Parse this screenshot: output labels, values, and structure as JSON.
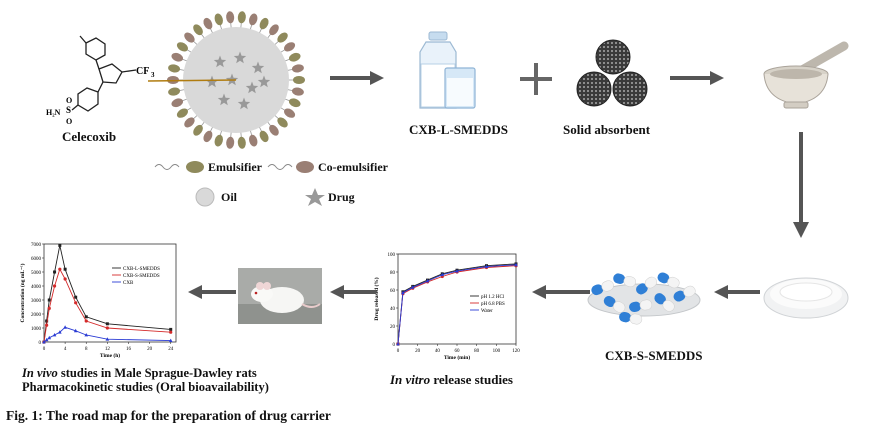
{
  "labels": {
    "celecoxib": "Celecoxib",
    "liquid_smedds": "CXB-L-SMEDDS",
    "solid_absorbent": "Solid absorbent",
    "solid_smedds": "CXB-S-SMEDDS",
    "invivo_line1_italic": "In vivo",
    "invivo_line1_rest": " studies in Male Sprague-Dawley rats",
    "invivo_line2": "Pharmacokinetic studies (Oral bioavailability)",
    "invitro_italic": "In vitro",
    "invitro_rest": " release studies"
  },
  "legend": {
    "emulsifier": "Emulsifier",
    "co_emulsifier": "Co-emulsifier",
    "oil": "Oil",
    "drug": "Drug"
  },
  "molecule": {
    "cf3": "CF",
    "cf3_sub": "3",
    "sulfonamide": "H₂N",
    "sulfur": "S",
    "oxygen": "O"
  },
  "caption": "Fig. 1: The road map for the preparation of drug carrier",
  "colors": {
    "arrow": "#555555",
    "emulsifier_head": "#8f8a5c",
    "co_emulsifier_head": "#9a7f74",
    "oil": "#d9d9d9",
    "drug": "#999999",
    "pill_blue": "#2f7fd6",
    "pill_white": "#f4f4f4"
  },
  "chart_data": [
    {
      "type": "line",
      "panel": "pharmacokinetic",
      "xlabel": "Time (h)",
      "ylabel": "Concentration (ng mL⁻¹)",
      "x_ticks": [
        "0",
        "4",
        "8",
        "12",
        "16",
        "20",
        "24"
      ],
      "y_ticks": [
        "0",
        "1000",
        "2000",
        "3000",
        "4000",
        "5000",
        "6000",
        "7000"
      ],
      "xlim": [
        0,
        25
      ],
      "ylim": [
        0,
        7000
      ],
      "series": [
        {
          "name": "CXB-L-SMEDDS",
          "color": "#222222",
          "marker": "square",
          "x": [
            0,
            0.5,
            1,
            2,
            3,
            4,
            6,
            8,
            12,
            24
          ],
          "y": [
            0,
            1500,
            3000,
            5000,
            6900,
            5200,
            3200,
            1800,
            1300,
            900
          ]
        },
        {
          "name": "CXB-S-SMEDDS",
          "color": "#d42a2a",
          "marker": "circle",
          "x": [
            0,
            0.5,
            1,
            2,
            3,
            4,
            6,
            8,
            12,
            24
          ],
          "y": [
            0,
            1200,
            2400,
            4000,
            5200,
            4500,
            2800,
            1500,
            1000,
            700
          ]
        },
        {
          "name": "CXB",
          "color": "#2a3bd4",
          "marker": "triangle",
          "x": [
            0,
            0.5,
            1,
            2,
            3,
            4,
            6,
            8,
            12,
            24
          ],
          "y": [
            0,
            150,
            300,
            500,
            700,
            1050,
            800,
            500,
            200,
            100
          ]
        }
      ]
    },
    {
      "type": "line",
      "panel": "release",
      "xlabel": "Time (min)",
      "ylabel": "Drug released (%)",
      "x_ticks": [
        "0",
        "20",
        "40",
        "60",
        "80",
        "100",
        "120"
      ],
      "y_ticks": [
        "0",
        "20",
        "40",
        "60",
        "80",
        "100"
      ],
      "xlim": [
        0,
        120
      ],
      "ylim": [
        0,
        100
      ],
      "series": [
        {
          "name": "pH 1.2 HCl",
          "color": "#222222",
          "marker": "square",
          "x": [
            0,
            5,
            15,
            30,
            45,
            60,
            90,
            120
          ],
          "y": [
            0,
            58,
            64,
            71,
            78,
            82,
            87,
            89
          ]
        },
        {
          "name": "pH 6.8 PBS",
          "color": "#d42a2a",
          "marker": "circle",
          "x": [
            0,
            5,
            15,
            30,
            45,
            60,
            90,
            120
          ],
          "y": [
            0,
            56,
            62,
            69,
            75,
            80,
            85,
            87
          ]
        },
        {
          "name": "Water",
          "color": "#2a3bd4",
          "marker": "triangle",
          "x": [
            0,
            5,
            15,
            30,
            45,
            60,
            90,
            120
          ],
          "y": [
            0,
            57,
            63,
            70,
            77,
            81,
            86,
            88
          ]
        }
      ]
    }
  ]
}
